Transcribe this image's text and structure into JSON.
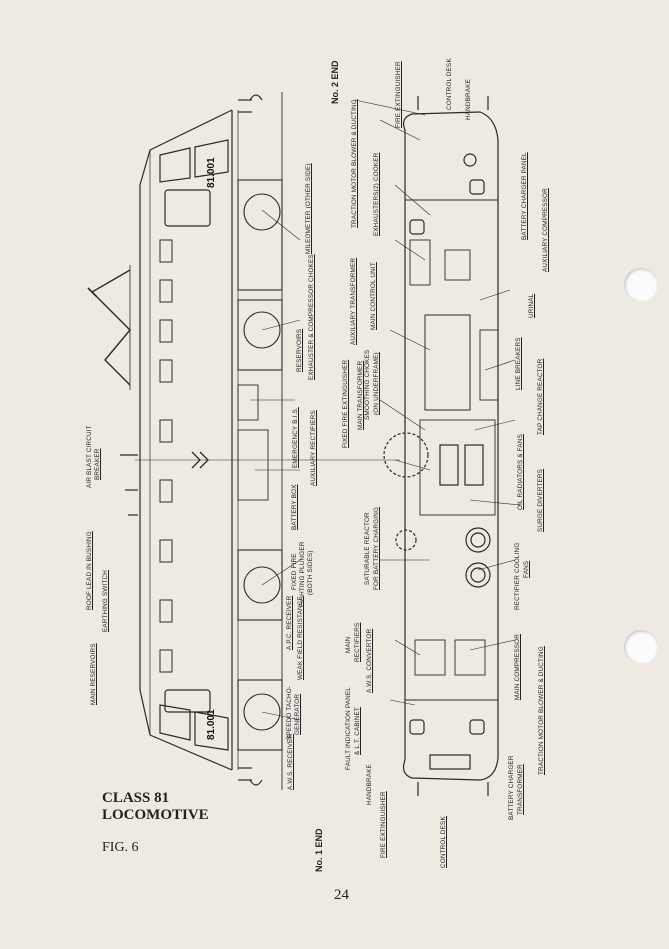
{
  "caption": {
    "line1": "CLASS 81",
    "line2": "LOCOMOTIVE",
    "fig": "FIG. 6"
  },
  "page_number": "24",
  "ends": {
    "no1": "No. 1 END",
    "no2": "No. 2 END"
  },
  "locomotive_numbers": [
    "81.001",
    "81.001"
  ],
  "side_labels": {
    "main_reservoirs": "MAIN RESERVOIRS",
    "earthing_switch": "EARTHING SWITCH",
    "roof_lead_bushing": "ROOF LEAD IN BUSHING",
    "air_blast_breaker_1": "AIR BLAST CIRCUIT",
    "air_blast_breaker_2": "BREAKER",
    "aws_receiver": "A.W.S. RECEIVER",
    "speedo_tacho_1": "SPEEDO TACHO-",
    "speedo_tacho_2": "GENERATOR",
    "weak_field": "WEAK FIELD RESISTANCE",
    "apc_receiver": "A.P.C. RECEIVER",
    "fixed_fire_plunger_1": "FIXED FIRE",
    "fixed_fire_plunger_2": "FIGHTING PLUNGER",
    "fixed_fire_plunger_3": "(BOTH SIDES)",
    "battery_box": "BATTERY BOX",
    "aux_rectifiers": "AUXILIARY RECTIFIERS",
    "emergency_bis": "EMERGENCY B.I.S.",
    "reservoirs": "RESERVOIRS",
    "exhauster_chokes": "EXHAUSTER & COMPRESSOR CHOKES",
    "milemeter": "MILEOMETER (OTHER SIDE)"
  },
  "plan_labels_upper": {
    "handbrake": "HANDBRAKE",
    "fault_panel_1": "FAULT INDICATION PANEL",
    "fault_panel_2": "& L.T. CABINET",
    "aws_convertor": "A.W.S. CONVERTOR",
    "main_rectifiers_1": "MAIN",
    "main_rectifiers_2": "RECTIFIERS",
    "saturable_reactor_1": "SATURABLE REACTOR",
    "saturable_reactor_2": "FOR BATTERY CHARGING",
    "main_transformer": "MAIN TRANSFORMER",
    "smoothing_chokes_1": "SMOOTHING CHOKES",
    "smoothing_chokes_2": "(ON UNDERFRAME)",
    "fixed_fire_ext": "FIXED FIRE EXTINGUISHER",
    "main_control_unit": "MAIN CONTROL UNIT",
    "aux_transformer": "AUXILIARY TRANSFORMER",
    "exhausters_cooker": "EXHAUSTERS(2)   COOKER",
    "traction_blower_2": "TRACTION MOTOR BLOWER & DUCTING",
    "fire_ext_2": "FIRE EXTINGUISHER",
    "control_desk_2": "CONTROL DESK",
    "handbrake_2": "HANDBRAKE"
  },
  "plan_labels_lower": {
    "fire_ext_1": "FIRE EXTINGUISHER",
    "control_desk_1": "CONTROL DESK",
    "battery_charger_transformer_1": "BATTERY CHARGER",
    "battery_charger_transformer_2": "TRANSFORMER",
    "traction_blower_1": "TRACTION MOTOR BLOWER & DUCTING",
    "main_compressor": "MAIN COMPRESSOR",
    "rectifier_cooling_1": "RECTIFIER COOLING",
    "rectifier_cooling_2": "FANS",
    "surge_diverters": "SURGE DIVERTERS",
    "oil_radiators": "OIL RADIATORS & FANS",
    "tap_change": "TAP CHANGE REACTOR",
    "line_breakers": "LINE BREAKERS",
    "urinal": "URINAL",
    "aux_compressor": "AUXILIARY COMPRESSOR",
    "battery_charger_panel": "BATTERY CHARGER PANEL"
  }
}
